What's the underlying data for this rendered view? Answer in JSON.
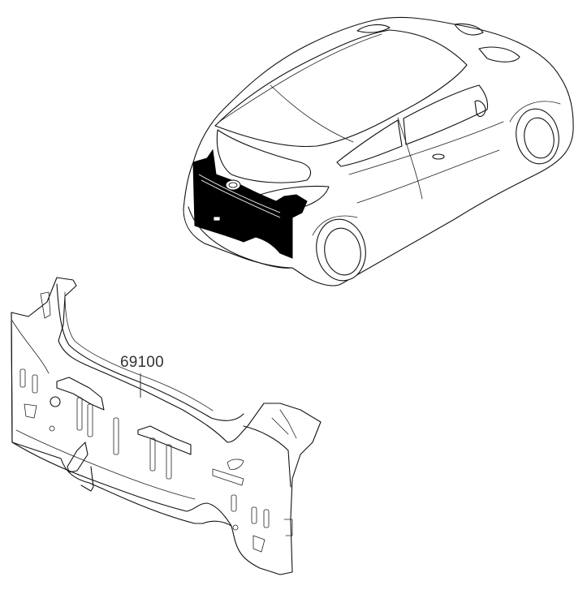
{
  "diagram": {
    "type": "parts-exploded-view",
    "vehicle_illustration": {
      "description": "3-door hatchback, rear three-quarter view",
      "highlighted_area": "back panel (shown in black)"
    },
    "parts": [
      {
        "part_number": "69100",
        "description": "back panel assembly",
        "callout_color": "#333333"
      }
    ],
    "colors": {
      "line": "#111111",
      "highlight": "#000000",
      "background": "#ffffff"
    }
  }
}
